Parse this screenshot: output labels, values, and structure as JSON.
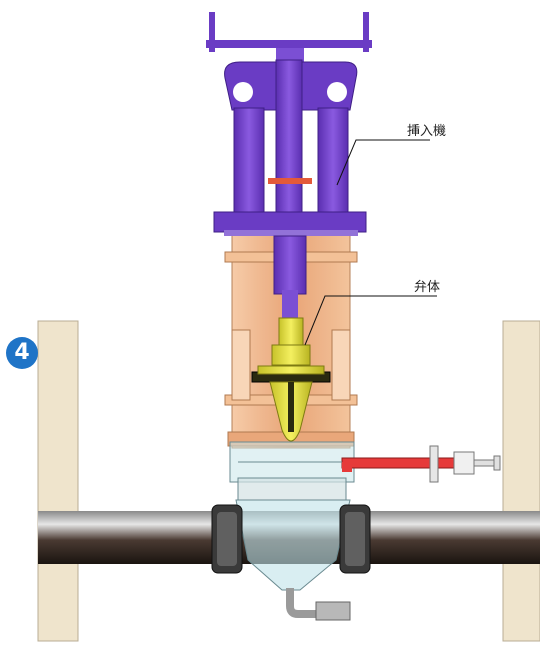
{
  "step": {
    "number": "4"
  },
  "labels": {
    "inserter": "挿入機",
    "valve_body": "弁体"
  },
  "colors": {
    "inserter_purple": "#6a3cc4",
    "body_orange": "#f0b48a",
    "valve_yellow": "#e8e23a",
    "pipe_dark": "#2a2a2a",
    "tube_red": "#e63a3a",
    "badge_blue": "#1f74c7",
    "pit_beige": "#efe4cc"
  }
}
